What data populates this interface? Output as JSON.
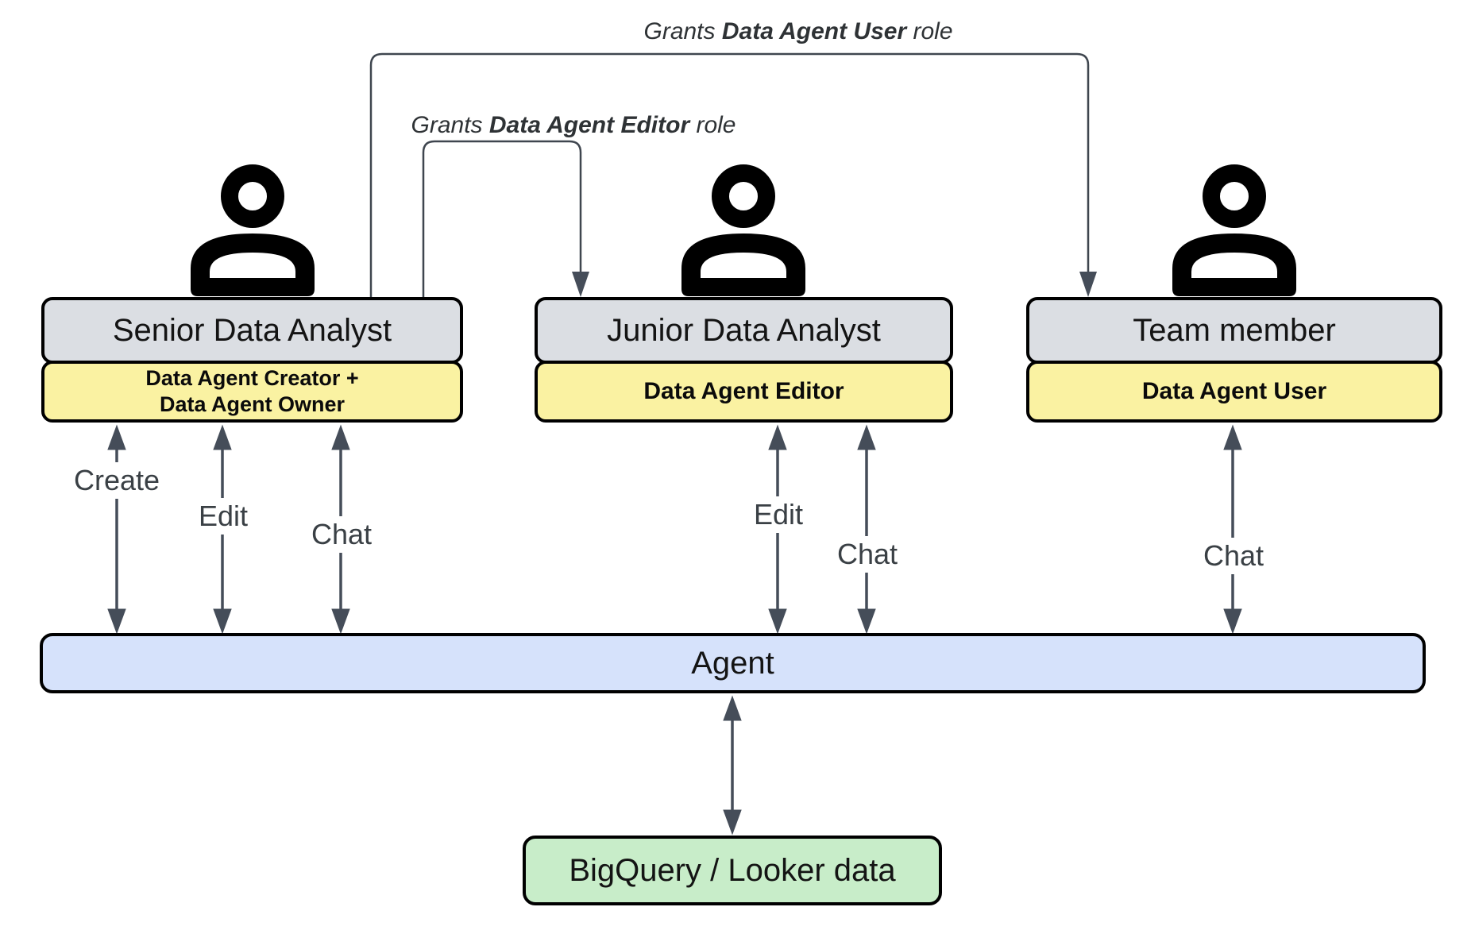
{
  "actors": [
    {
      "name": "Senior Data Analyst",
      "roles": [
        "Data Agent Creator +",
        "Data Agent Owner"
      ]
    },
    {
      "name": "Junior Data Analyst",
      "roles": [
        "Data Agent Editor"
      ]
    },
    {
      "name": "Team member",
      "roles": [
        "Data Agent User"
      ]
    }
  ],
  "grants": [
    {
      "prefix": "Grants ",
      "role": "Data Agent User",
      "suffix": " role",
      "from": "Senior Data Analyst",
      "to": "Team member"
    },
    {
      "prefix": "Grants ",
      "role": "Data Agent Editor",
      "suffix": " role",
      "from": "Senior Data Analyst",
      "to": "Junior Data Analyst"
    }
  ],
  "interactions": {
    "senior": [
      "Create",
      "Edit",
      "Chat"
    ],
    "junior": [
      "Edit",
      "Chat"
    ],
    "team": [
      "Chat"
    ]
  },
  "agent": {
    "label": "Agent"
  },
  "datastore": {
    "label": "BigQuery / Looker data"
  },
  "icons": {
    "person": "person-icon"
  },
  "colors": {
    "actor_fill": "#dbdee3",
    "role_fill": "#faf2a2",
    "agent_fill": "#d6e2fb",
    "datastore_fill": "#c8edc9",
    "arrow": "#454d59",
    "connector": "#3f464f",
    "border": "#000000"
  }
}
